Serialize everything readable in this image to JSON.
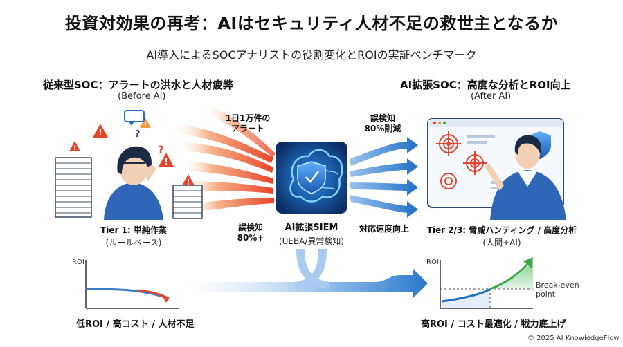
{
  "header": {
    "title": "投資対効果の再考：AIはセキュリティ人材不足の救世主となるか",
    "subtitle": "AI導入によるSOCアナリストの役割変化とROIの実証ベンチマーク"
  },
  "left": {
    "heading": "従来型SOC：アラートの洪水と人材疲弊",
    "subheading": "(Before AI)",
    "tier_label": "Tier 1: 単純作業",
    "tier_sub": "(ルールベース)",
    "alert_volume": "1日1万件の\nアラート",
    "false_positive": "誤検知\n80%+",
    "roi_label": "ROI",
    "bottom": "低ROI / 高コスト / 人材不足"
  },
  "center": {
    "name": "AI拡張SIEM",
    "sub": "(UEBA/異常検知)"
  },
  "right": {
    "heading": "AI拡張SOC：高度な分析とROI向上",
    "subheading": "(After AI)",
    "fp_reduction": "誤検知\n80%削減",
    "response_speed": "対応速度向上",
    "tier_label": "Tier 2/3: 脅威ハンティング / 高度分析",
    "tier_sub": "(人間+AI)",
    "roi_label": "ROI",
    "breakeven": "Break-even\npoint",
    "bottom": "高ROI / コスト最適化 / 戦力底上げ"
  },
  "footer": {
    "copyright": "© 2025 AI KnowledgeFlow"
  },
  "colors": {
    "red": "#e8432a",
    "orange": "#f59a3c",
    "blue": "#1f6fc6",
    "navy": "#1b3a6b",
    "green": "#3aa84a"
  }
}
